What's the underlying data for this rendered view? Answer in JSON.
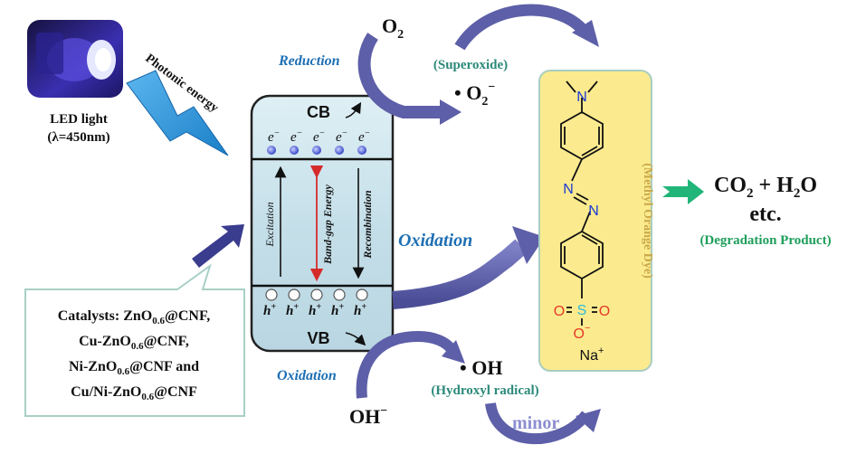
{
  "light_source": {
    "label_line1": "LED light",
    "label_line2": "(λ=450nm)",
    "photonic_label": "Photonic energy"
  },
  "catalysts": {
    "line1_pre": "Catalysts: ZnO",
    "line1_sub": "0.6",
    "line1_post": "@CNF,",
    "line2_pre": "Cu-ZnO",
    "line2_sub": "0.6",
    "line2_post": "@CNF,",
    "line3_pre": "Ni-ZnO",
    "line3_sub": "0.6",
    "line3_post": "@CNF and",
    "line4_pre": "Cu/Ni-ZnO",
    "line4_sub": "0.6",
    "line4_post": "@CNF"
  },
  "band": {
    "cb": "CB",
    "vb": "VB",
    "electron": "e",
    "electron_sup": "−",
    "hole": "h",
    "hole_sup": "+",
    "excitation": "Excitation",
    "band_gap": "Band-gap Energy",
    "recombination": "Recombination"
  },
  "reduction": {
    "label": "Reduction",
    "o2": "O",
    "o2_sub": "2",
    "superoxide": "(Superoxide)",
    "radical_pre": "• O",
    "radical_sub": "2",
    "radical_sup": "−"
  },
  "oxidation": {
    "main_label": "Oxidation",
    "lower_label": "Oxidation",
    "oh_minus": "OH",
    "oh_minus_sup": "−",
    "oh_radical": "• OH",
    "hydroxyl": "(Hydroxyl radical)",
    "minor": "minor"
  },
  "dye": {
    "name": "(Methyl Orange Dye)",
    "n": "N",
    "o": "O",
    "s": "S",
    "o_minus": "O",
    "o_minus_sup": "−",
    "na": "Na",
    "na_sup": "+"
  },
  "products": {
    "co2": "CO",
    "co2_sub": "2",
    "plus": " + H",
    "h2o_sub": "2",
    "h2o_post": "O",
    "etc": "etc.",
    "label": "(Degradation Product)"
  },
  "colors": {
    "blue_label": "#1e6fb4",
    "teal_label": "#2c8a7a",
    "green_label": "#1e9e5a",
    "dye_label": "#c9a84a",
    "arrow_fill": "#5d5fa8",
    "cell_fill": "#c9e2ec",
    "dye_fill": "#fbeb8e",
    "red_arrow": "#d62b2b"
  }
}
